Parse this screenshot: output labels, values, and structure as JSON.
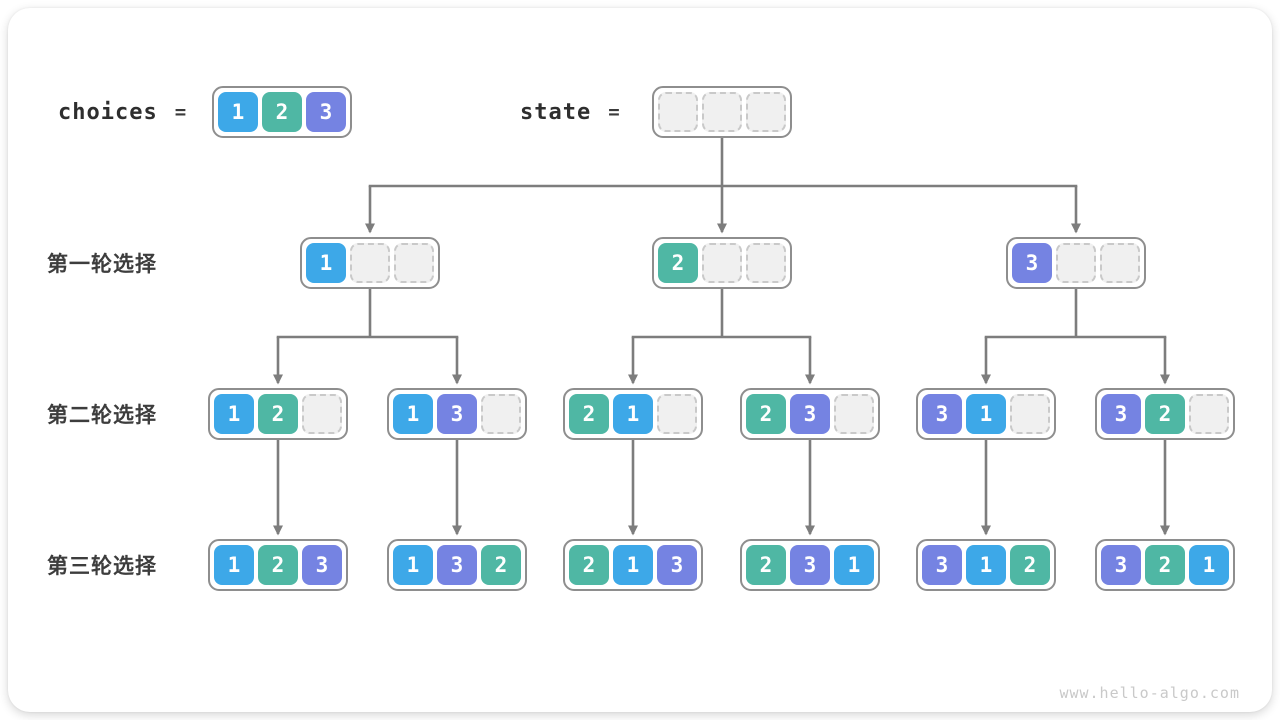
{
  "header": {
    "choices_label": "choices",
    "equals": "=",
    "choices_values": [
      1,
      2,
      3
    ],
    "state_label": "state",
    "state_empty_slots": 3
  },
  "tree": {
    "slots_per_node": 3,
    "rows": [
      {
        "label": "第一轮选择",
        "nodes": [
          [
            1
          ],
          [
            2
          ],
          [
            3
          ]
        ]
      },
      {
        "label": "第二轮选择",
        "nodes": [
          [
            1,
            2
          ],
          [
            1,
            3
          ],
          [
            2,
            1
          ],
          [
            2,
            3
          ],
          [
            3,
            1
          ],
          [
            3,
            2
          ]
        ]
      },
      {
        "label": "第三轮选择",
        "nodes": [
          [
            1,
            2,
            3
          ],
          [
            1,
            3,
            2
          ],
          [
            2,
            1,
            3
          ],
          [
            2,
            3,
            1
          ],
          [
            3,
            1,
            2
          ],
          [
            3,
            2,
            1
          ]
        ]
      }
    ]
  },
  "colors": {
    "value_1": "#3DA8E8",
    "value_2": "#4FB7A4",
    "value_3": "#7583E2",
    "connector": "#7d7d7d"
  },
  "watermark": "www.hello-algo.com"
}
